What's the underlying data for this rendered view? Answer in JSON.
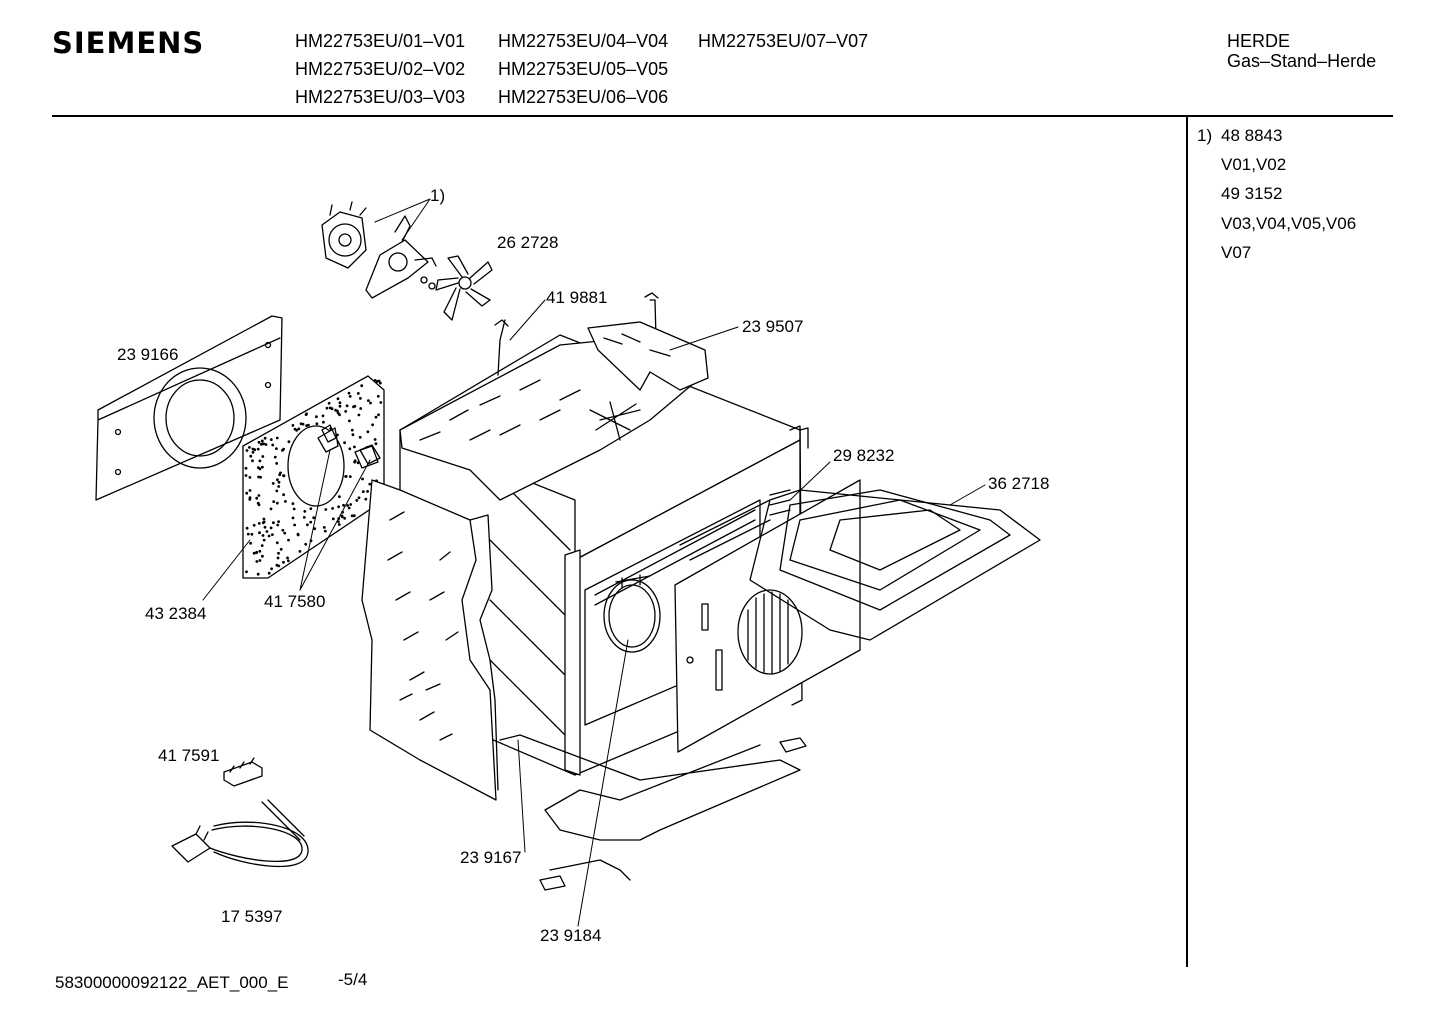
{
  "brand": "SIEMENS",
  "models": [
    "HM22753EU/01–V01",
    "HM22753EU/02–V02",
    "HM22753EU/03–V03",
    "HM22753EU/04–V04",
    "HM22753EU/05–V05",
    "HM22753EU/06–V06",
    "HM22753EU/07–V07"
  ],
  "category": {
    "line1": "HERDE",
    "line2": "Gas–Stand–Herde"
  },
  "notes": {
    "marker": "1)",
    "lines": [
      "48 8843",
      "V01,V02",
      "49 3152",
      "V03,V04,V05,V06",
      "V07"
    ]
  },
  "parts": {
    "ref_1": "1)",
    "p262728": "26 2728",
    "p419881": "41 9881",
    "p239507": "23 9507",
    "p239166": "23 9166",
    "p298232": "29 8232",
    "p362718": "36 2718",
    "p432384": "43 2384",
    "p417580": "41 7580",
    "p417591": "41 7591",
    "p239167": "23 9167",
    "p175397": "17 5397",
    "p239184": "23 9184"
  },
  "footer": {
    "doc_id": "58300000092122_AET_000_E",
    "page": "-5/4"
  }
}
